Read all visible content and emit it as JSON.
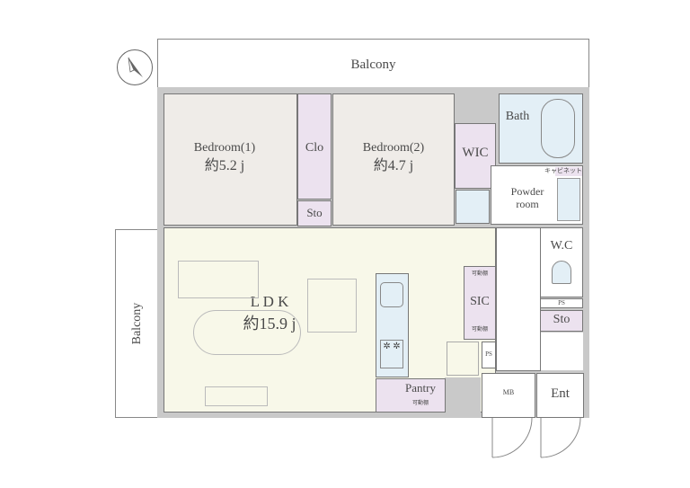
{
  "rooms": {
    "balcony_top": "Balcony",
    "balcony_left": "Balcony",
    "bedroom1": {
      "name": "Bedroom(1)",
      "size": "約5.2 j"
    },
    "clo": "Clo",
    "sto1": "Sto",
    "bedroom2": {
      "name": "Bedroom(2)",
      "size": "約4.7 j"
    },
    "wic": "WIC",
    "bath": "Bath",
    "cabinet": "キャビネット",
    "powder": "Powder\nroom",
    "ldk": {
      "name": "L D K",
      "size": "約15.9 j"
    },
    "sic": "SIC",
    "shelf": "可動棚",
    "ps": "PS",
    "pantry": "Pantry",
    "wc": "W.C",
    "sto2": "Sto",
    "mb": "MB",
    "ent": "Ent"
  },
  "colors": {
    "wall": "#c9c9c9",
    "storage": "#ece2ef",
    "wet": "#e3eff6",
    "bedroom": "#efece8",
    "ldk": "#f8f8e9"
  }
}
